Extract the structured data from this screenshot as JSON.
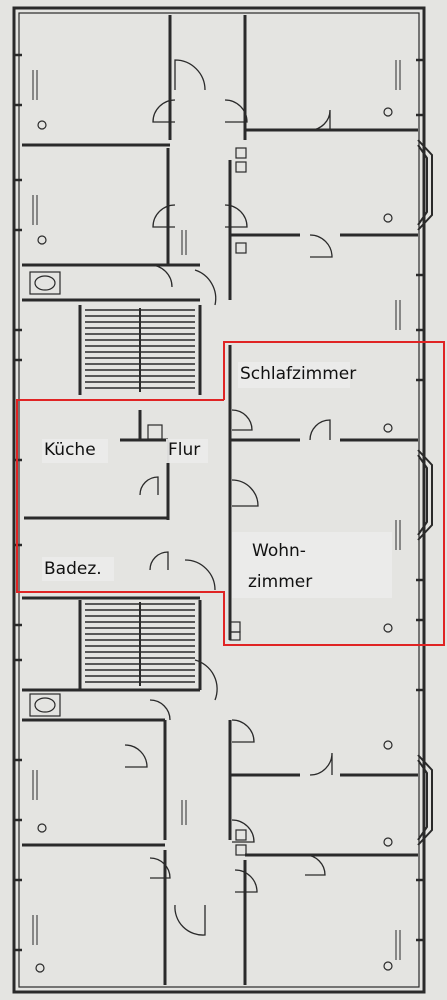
{
  "labels": {
    "schlafzimmer": "Schlafzimmer",
    "kueche": "Küche",
    "flur": "Flur",
    "badez": "Badez.",
    "wohn_line1": "Wohn-",
    "wohn_line2": "zimmer"
  },
  "colors": {
    "paper": "#e4e4e1",
    "ink": "#2a2a2a",
    "highlight": "#e02424"
  }
}
